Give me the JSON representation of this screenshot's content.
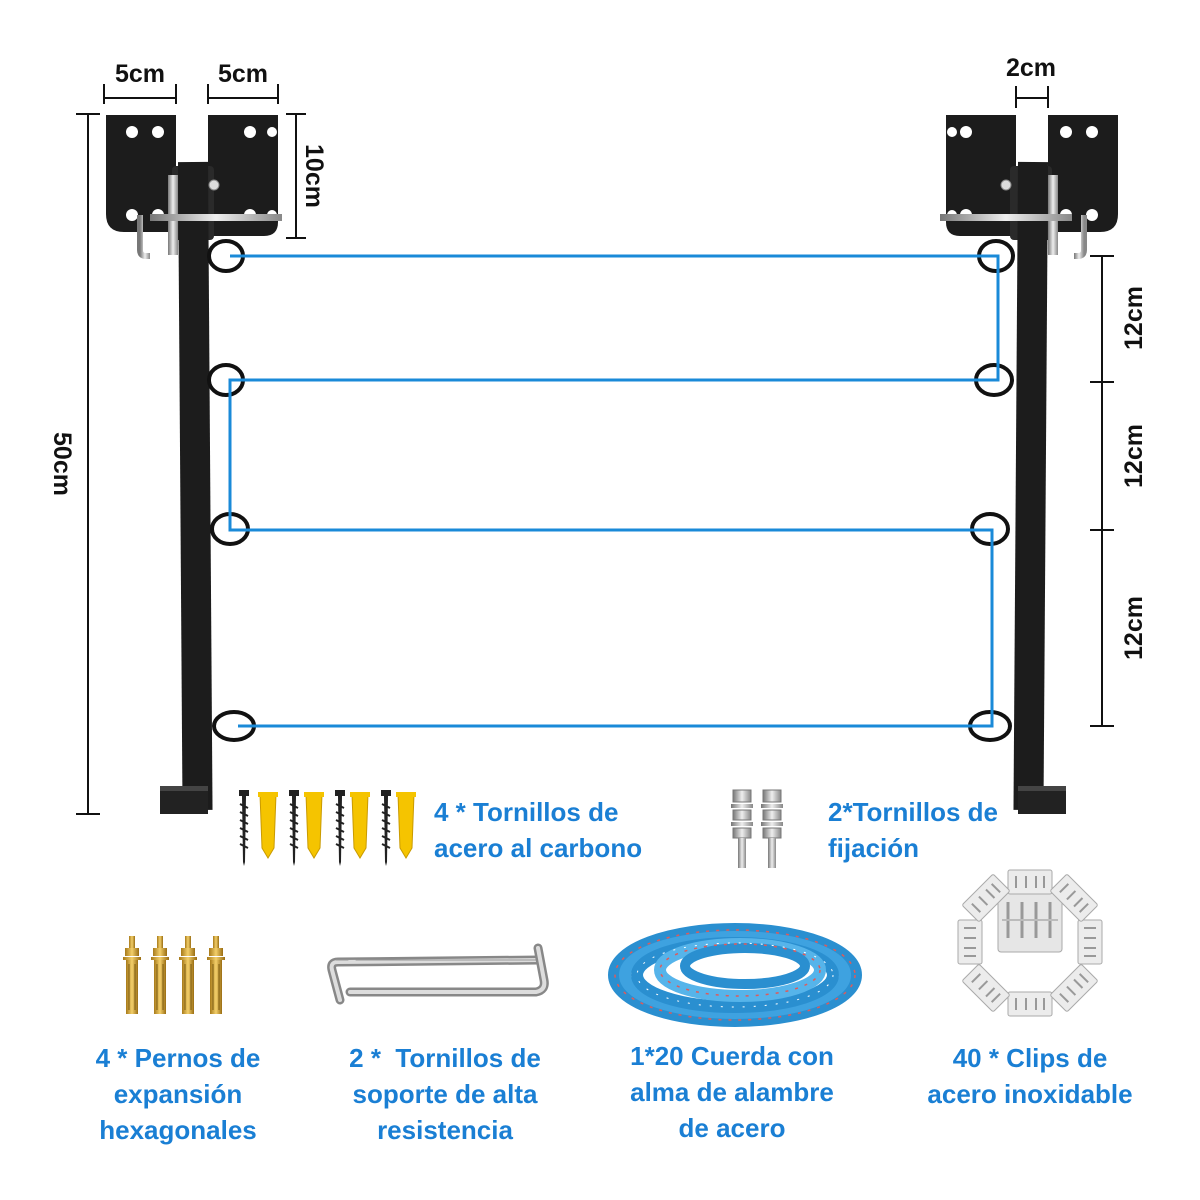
{
  "dimensions": {
    "top_left_width_1": "5cm",
    "top_left_width_2": "5cm",
    "top_right_gap": "2cm",
    "bracket_height": "10cm",
    "total_height": "50cm",
    "spacing_1": "12cm",
    "spacing_2": "12cm",
    "spacing_3": "12cm"
  },
  "parts": [
    {
      "id": "carbon-screws",
      "lines": [
        "4 * Tornillos de",
        "acero al carbono"
      ]
    },
    {
      "id": "fixing-screws",
      "lines": [
        "2*Tornillos de",
        "fijación"
      ]
    },
    {
      "id": "expansion-bolts",
      "lines": [
        "4 * Pernos de",
        "expansión",
        "hexagonales"
      ]
    },
    {
      "id": "support-screws",
      "lines": [
        "2 *  Tornillos de",
        "soporte de alta",
        "resistencia"
      ]
    },
    {
      "id": "rope",
      "lines": [
        "1*20 Cuerda con",
        "alma de alambre",
        "de acero"
      ]
    },
    {
      "id": "clips",
      "lines": [
        "40 * Clips de",
        "acero inoxidable"
      ]
    }
  ],
  "colors": {
    "caption": "#1a7fd4",
    "rope_line": "#1a8ad8",
    "frame": "#1c1c1c",
    "screw_anchor": "#f5c400"
  },
  "icons": [
    "bracket-left",
    "bracket-right",
    "ring",
    "screw",
    "wall-anchor",
    "hex-bolt",
    "expansion-bolt",
    "l-bolt",
    "rope-coil",
    "clip"
  ]
}
